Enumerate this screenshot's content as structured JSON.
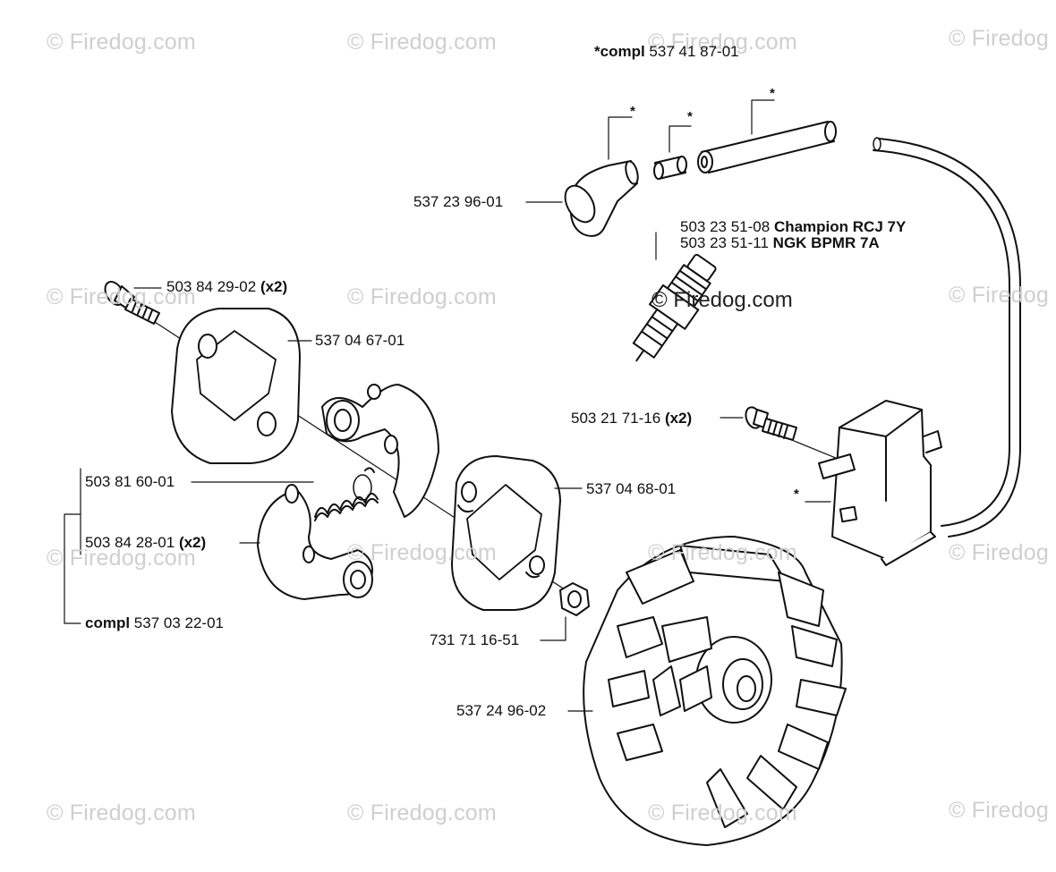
{
  "watermark": {
    "text": "© Firedog.com",
    "text_cut": "© Firedog",
    "center_text": "© Firedog.com"
  },
  "labels": {
    "compl_top_prefix": "*compl",
    "compl_top_number": "537 41 87-01",
    "asterisk": "*",
    "boot": "537 23 96-01",
    "plug_1_number": "503 23 51-08",
    "plug_1_name": "Champion RCJ 7Y",
    "plug_2_number": "503 23 51-11",
    "plug_2_name": "NGK BPMR 7A",
    "screw_top_number": "503 84 29-02",
    "qty_x2": "(x2)",
    "plate_1": "537 04 67-01",
    "spring": "503 81 60-01",
    "shoe_number": "503 84 28-01",
    "compl_clutch_prefix": "compl",
    "compl_clutch_number": "537 03 22-01",
    "coil_screw_number": "503 21 71-16",
    "plate_2": "537 04 68-01",
    "nut": "731 71 16-51",
    "flywheel": "537 24 96-02"
  }
}
